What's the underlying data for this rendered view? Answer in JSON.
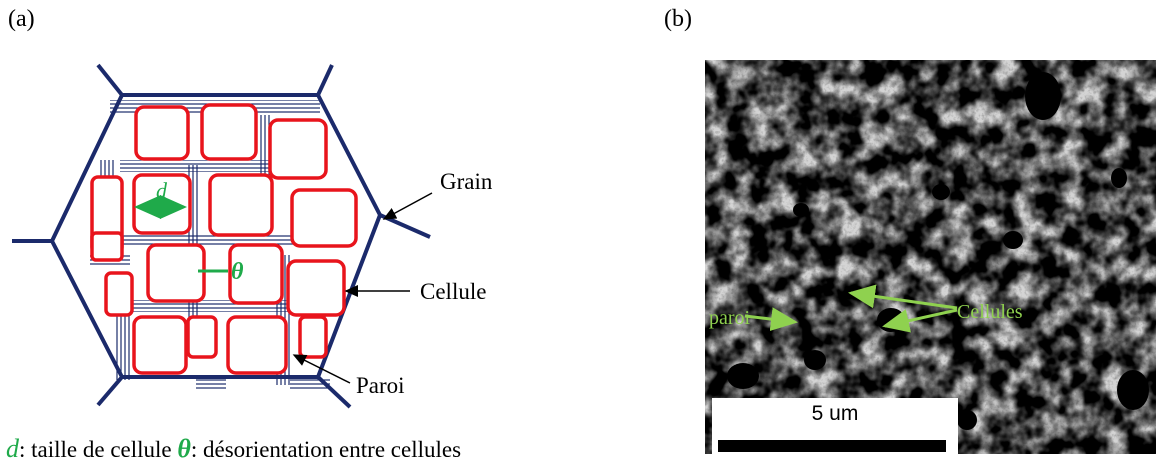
{
  "figure": {
    "panel_a_label": "(a)",
    "panel_b_label": "(b)"
  },
  "schematic": {
    "grain_label": "Grain",
    "cell_label": "Cellule",
    "wall_label": "Paroi",
    "size_symbol": "d",
    "misorientation_symbol": "θ",
    "colors": {
      "grain": "#1b2a6b",
      "cell": "#e8141c",
      "annotation": "#1faa4a"
    }
  },
  "caption": {
    "d_symbol": "d",
    "d_text": ": taille de cellule",
    "theta_symbol": "θ",
    "theta_text": ": désorientation entre cellules"
  },
  "micrograph": {
    "wall_label": "paroi",
    "cells_label": "Cellules",
    "scale_bar_label": "5 um",
    "label_color": "#8fd14f"
  }
}
